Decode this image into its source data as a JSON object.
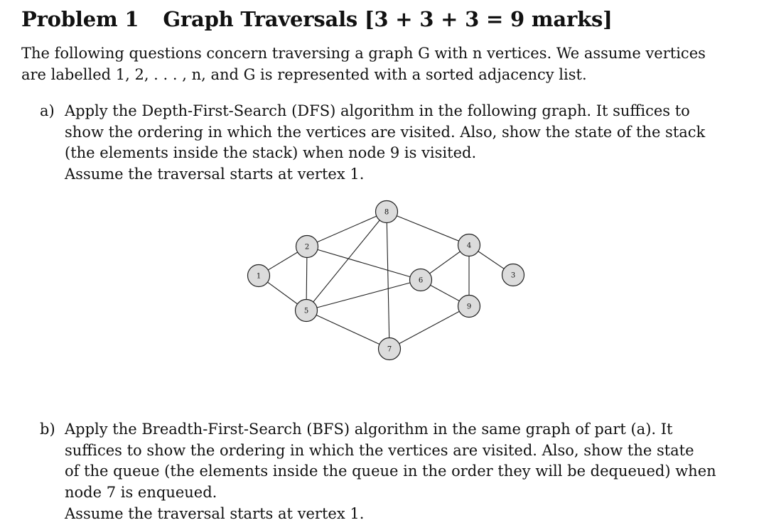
{
  "problem": {
    "number_label": "Problem 1",
    "title": "Graph Traversals [3 + 3 + 3 = 9 marks]"
  },
  "intro": {
    "line1": "The following questions concern traversing a graph G with n vertices. We assume vertices",
    "line2": "are labelled 1, 2, . . . , n, and G is represented with a sorted adjacency list."
  },
  "part_a": {
    "marker": "a)",
    "line1": "Apply the Depth-First-Search (DFS) algorithm in the following graph. It suffices to",
    "line2": "show the ordering in which the vertices are visited. Also, show the state of the stack",
    "line3": "(the elements inside the stack) when node 9 is visited.",
    "line4": "Assume the traversal starts at vertex 1."
  },
  "graph": {
    "nodes": [
      {
        "id": "1",
        "label": "1"
      },
      {
        "id": "2",
        "label": "2"
      },
      {
        "id": "3",
        "label": "3"
      },
      {
        "id": "4",
        "label": "4"
      },
      {
        "id": "5",
        "label": "5"
      },
      {
        "id": "6",
        "label": "6"
      },
      {
        "id": "7",
        "label": "7"
      },
      {
        "id": "8",
        "label": "8"
      },
      {
        "id": "9",
        "label": "9"
      }
    ],
    "edges": [
      [
        "1",
        "2"
      ],
      [
        "1",
        "5"
      ],
      [
        "2",
        "5"
      ],
      [
        "2",
        "8"
      ],
      [
        "2",
        "6"
      ],
      [
        "5",
        "8"
      ],
      [
        "5",
        "6"
      ],
      [
        "5",
        "7"
      ],
      [
        "8",
        "7"
      ],
      [
        "8",
        "4"
      ],
      [
        "4",
        "6"
      ],
      [
        "4",
        "3"
      ],
      [
        "4",
        "9"
      ],
      [
        "6",
        "9"
      ],
      [
        "9",
        "7"
      ]
    ],
    "node_fill": "#dcdcdc",
    "edge_color": "#222222"
  },
  "part_b": {
    "marker": "b)",
    "line1": "Apply the Breadth-First-Search (BFS) algorithm in the same graph of part (a). It",
    "line2": "suffices to show the ordering in which the vertices are visited. Also, show the state",
    "line3": "of the queue (the elements inside the queue in the order they will be dequeued) when",
    "line4": "node 7 is enqueued.",
    "line5": "Assume the traversal starts at vertex 1."
  }
}
